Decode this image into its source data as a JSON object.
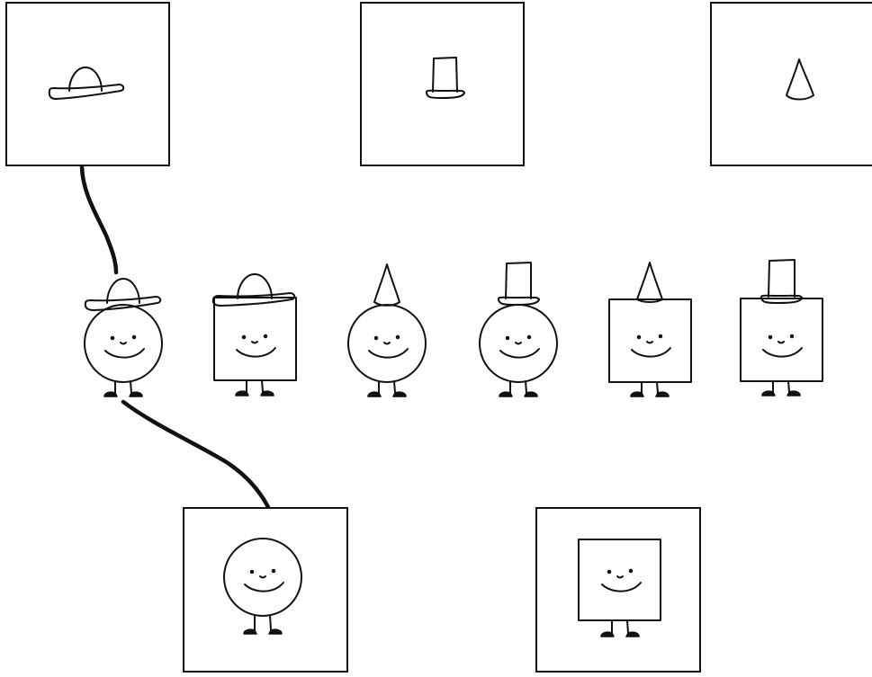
{
  "diagram": {
    "ink_color": "#111111",
    "background_color": "#ffffff",
    "hat_options": [
      {
        "name": "bowler-hat",
        "icon": "bowler-hat-icon",
        "selected": true
      },
      {
        "name": "top-hat",
        "icon": "top-hat-icon",
        "selected": false
      },
      {
        "name": "party-hat",
        "icon": "party-hat-icon",
        "selected": false
      }
    ],
    "body_options": [
      {
        "name": "round-body",
        "icon": "round-body-icon",
        "selected": true
      },
      {
        "name": "square-body",
        "icon": "square-body-icon",
        "selected": false
      }
    ],
    "combinations": [
      {
        "body": "round",
        "hat": "bowler",
        "highlighted": true
      },
      {
        "body": "square",
        "hat": "bowler",
        "highlighted": false
      },
      {
        "body": "round",
        "hat": "party",
        "highlighted": false
      },
      {
        "body": "round",
        "hat": "top",
        "highlighted": false
      },
      {
        "body": "square",
        "hat": "party",
        "highlighted": false
      },
      {
        "body": "square",
        "hat": "top",
        "highlighted": false
      }
    ],
    "connections": [
      {
        "from": "hat-option-bowler",
        "to": "combination-1"
      },
      {
        "from": "combination-1",
        "to": "body-option-round"
      }
    ]
  }
}
